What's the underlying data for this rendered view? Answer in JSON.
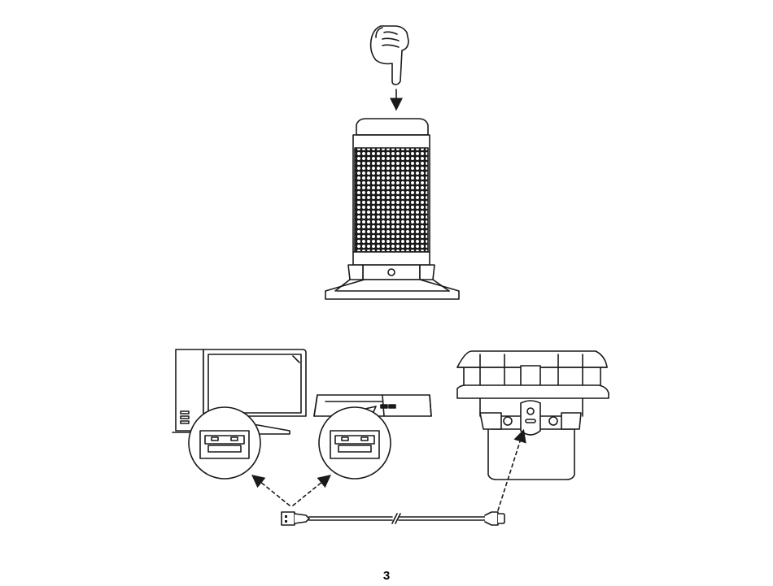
{
  "page": {
    "number": "3"
  },
  "illustrations": {
    "step_one": {
      "action": "press",
      "icon": "pointing-hand-icon",
      "target": "microphone-mute-sensor"
    },
    "step_two": {
      "devices": [
        "computer",
        "game-console"
      ],
      "target_device": "microphone",
      "cable": "usb-cable",
      "connectors": [
        "usb-a-plug-icon",
        "usb-c-plug-icon"
      ],
      "ports": [
        "usb-a-port-icon",
        "usb-c-port-icon"
      ]
    }
  },
  "colors": {
    "line": "#1a1a1a",
    "background": "#ffffff",
    "light_fill": "#f2f2f2"
  }
}
